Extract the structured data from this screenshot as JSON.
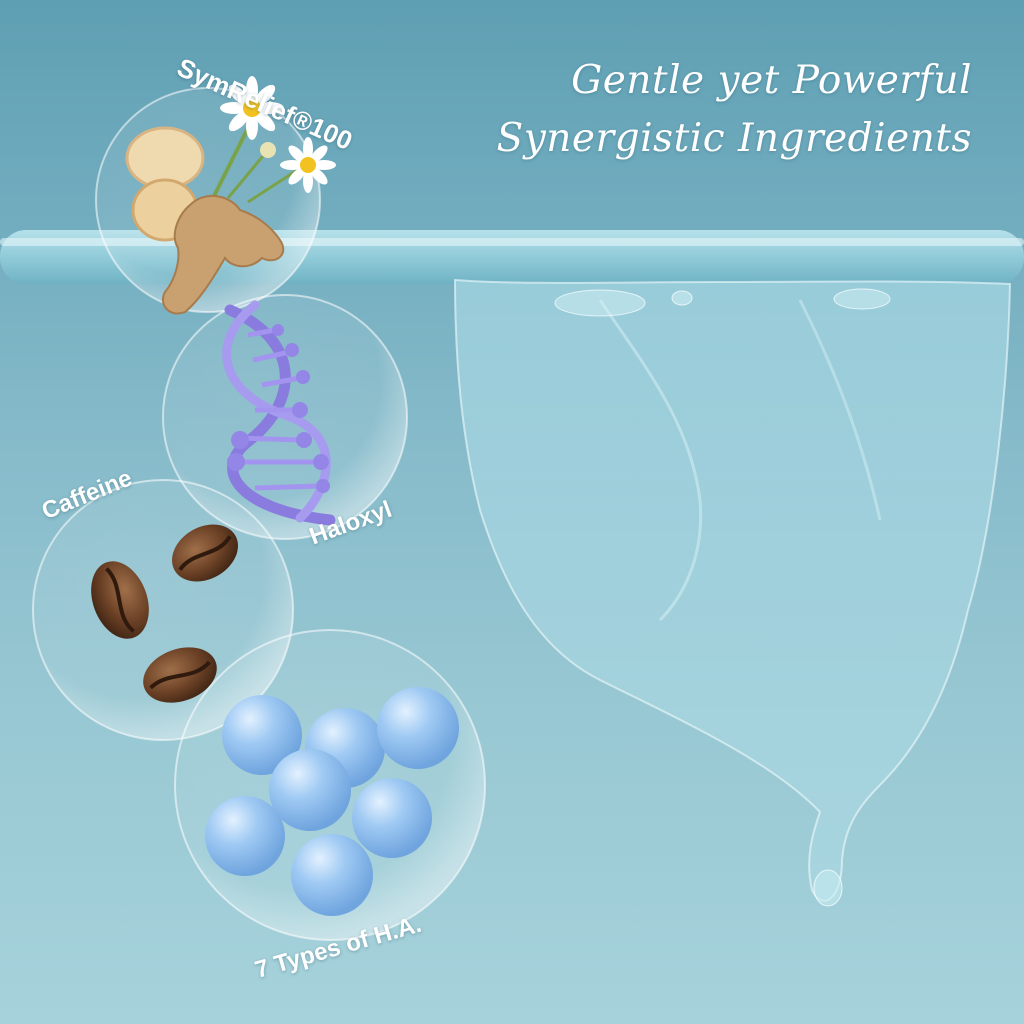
{
  "headline": {
    "line1": "Gentle yet Powerful",
    "line2": "Synergistic Ingredients"
  },
  "ingredients": [
    {
      "label": "SymRelief®100",
      "icon": "ginger-chamomile-icon"
    },
    {
      "label": "Haloxyl",
      "icon": "dna-helix-icon"
    },
    {
      "label": "Caffeine",
      "icon": "coffee-bean-icon"
    },
    {
      "label": "7 Types of H.A.",
      "icon": "molecule-spheres-icon"
    }
  ],
  "colors": {
    "background_top": "#5f9fb3",
    "background_bottom": "#a6d2db",
    "gel": "#a9dbe6",
    "dna": "#9486e6",
    "coffee": "#6a4025",
    "hyaluronic_sphere": "#7fb3ec",
    "ginger": "#d9b483",
    "daisy_center": "#f2c320"
  }
}
